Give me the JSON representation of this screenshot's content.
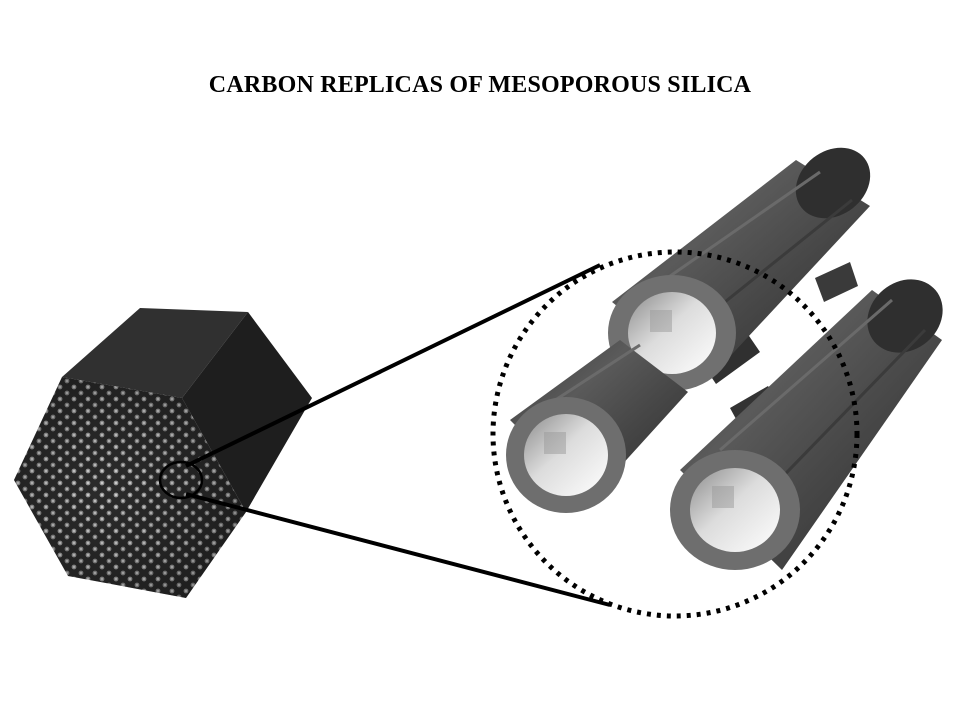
{
  "slide": {
    "title": "CARBON REPLICAS OF MESOPOROUS SILICA"
  },
  "diagram": {
    "particle_shape": "hexagonal prism",
    "tube_count": 3,
    "magnifier": "dotted circle",
    "colors": {
      "particle_top": "#2a2a2a",
      "particle_side": "#1a1a1a",
      "tube_body": "#4a4a4a",
      "tube_rim": "#6e6e6e",
      "lines": "#000000"
    }
  }
}
